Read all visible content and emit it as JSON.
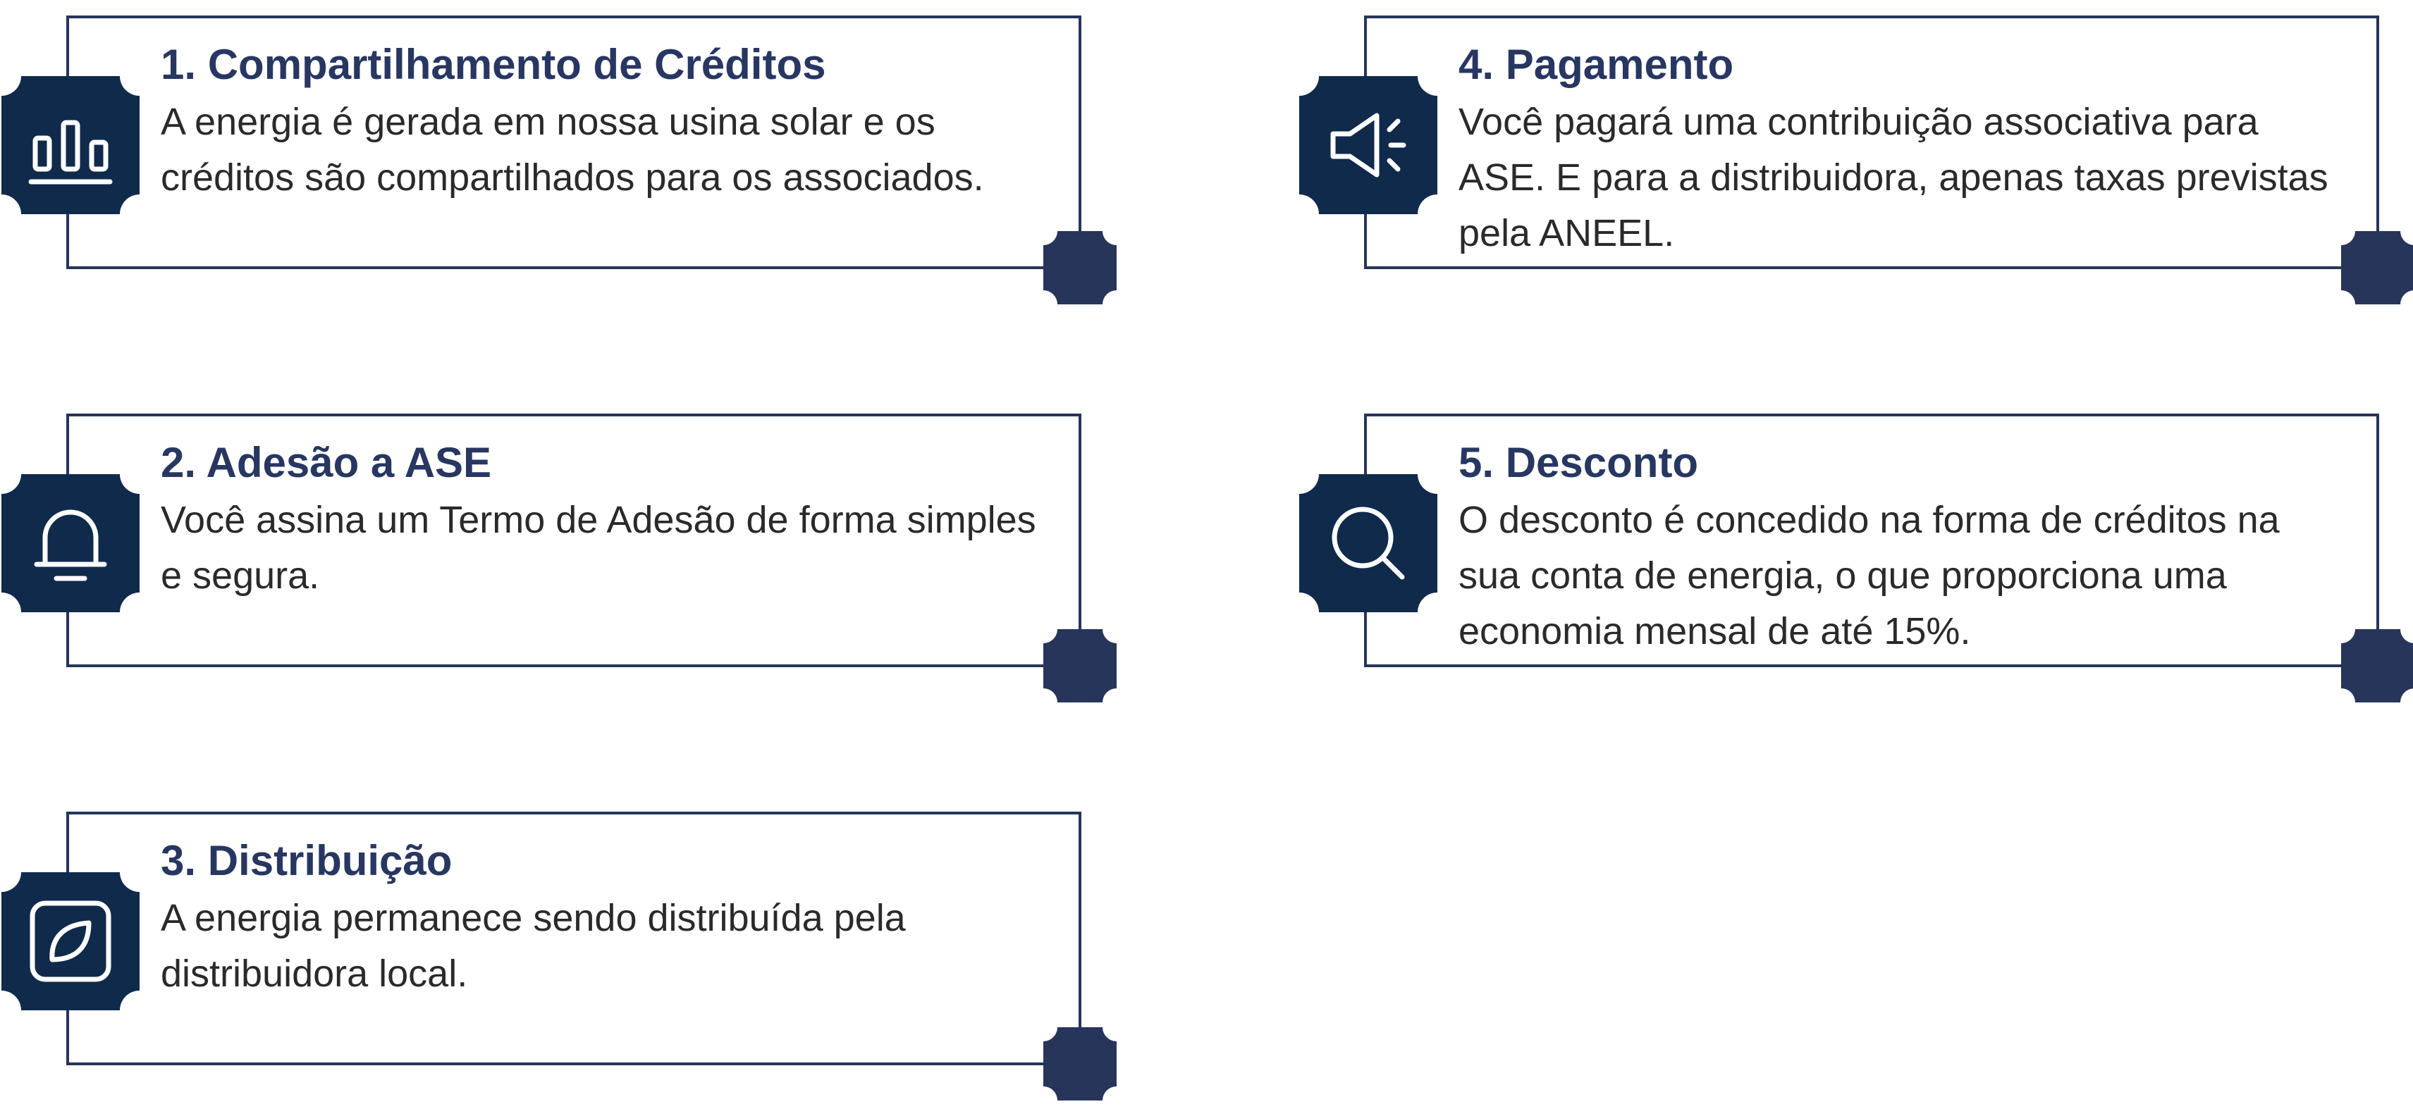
{
  "colors": {
    "navy": "#102a4c",
    "title": "#283761",
    "border": "#27355a",
    "body_text": "#2a2a2a"
  },
  "steps": [
    {
      "title": "1. Compartilhamento de Créditos",
      "description": "A energia é gerada em nossa usina solar e os créditos são compartilhados para os associados.",
      "icon": "bar-chart-icon"
    },
    {
      "title": "2. Adesão a ASE",
      "description": "Você assina um Termo de Adesão de forma simples e segura.",
      "icon": "bell-icon"
    },
    {
      "title": "3. Distribuição",
      "description": "A energia permanece sendo distribuída pela distribuidora local.",
      "icon": "leaf-icon"
    },
    {
      "title": "4. Pagamento",
      "description": "Você pagará uma contribuição associativa para ASE. E para a distribuidora, apenas taxas previstas pela ANEEL.",
      "icon": "megaphone-icon"
    },
    {
      "title": "5. Desconto",
      "description": "O desconto é concedido na forma de créditos na sua conta de energia, o que proporciona uma economia mensal de até 15%.",
      "icon": "search-icon"
    }
  ]
}
